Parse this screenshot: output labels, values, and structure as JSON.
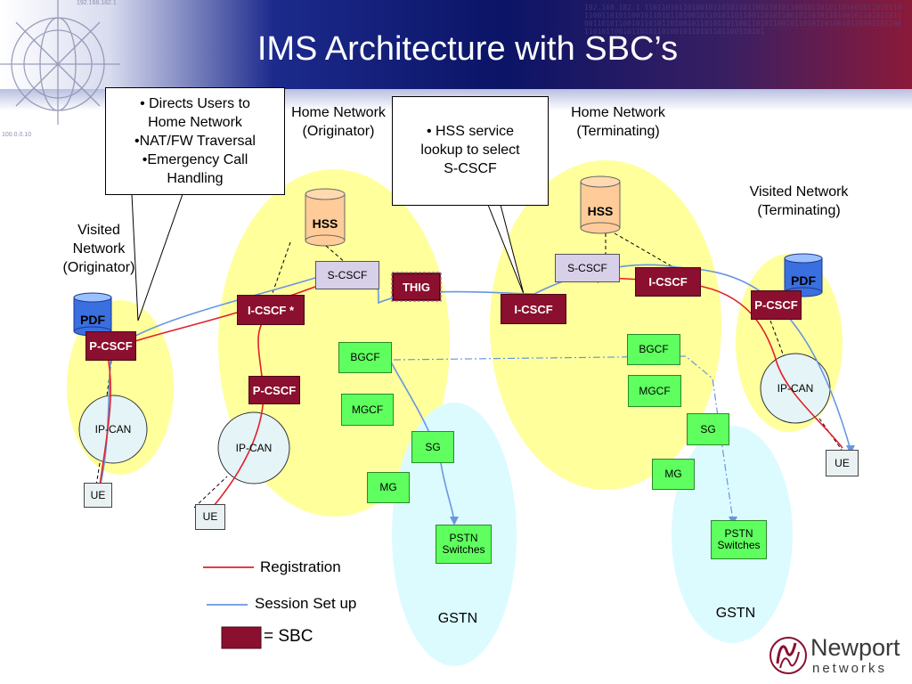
{
  "title": "IMS Architecture with SBC’s",
  "header_binary": "192.168.182.1  1101101011010010110101101100110101100101101011010010110101101100110101100101101011010010110101101100110101100101101011010010110101101100110101100101101011010010110101101100110101100101101011010010110101101100110101100101101011010010110101101100110101",
  "header_ip_labels": [
    "192.168.182.1",
    "100.0.0.10"
  ],
  "networks": {
    "visited_originator": "Visited Network (Originator)",
    "home_originator": "Home Network (Originator)",
    "home_terminating": "Home Network (Terminating)",
    "visited_terminating": "Visited Network (Terminating)",
    "gstn_left": "GSTN",
    "gstn_right": "GSTN"
  },
  "callouts": {
    "left": [
      "• Directs Users to",
      "Home Network",
      "•NAT/FW Traversal",
      "•Emergency Call",
      "Handling"
    ],
    "middle": [
      "• HSS service",
      "lookup to select",
      "S-CSCF"
    ]
  },
  "nodes": {
    "hss": "HSS",
    "pdf": "PDF",
    "s_cscf": "S-CSCF",
    "i_cscf": "I-CSCF",
    "i_cscf_star": "I-CSCF *",
    "p_cscf": "P-CSCF",
    "thig": "THIG",
    "bgcf": "BGCF",
    "mgcf": "MGCF",
    "sg": "SG",
    "mg": "MG",
    "pstn": "PSTN Switches",
    "ip_can": "IP-CAN",
    "ue": "UE"
  },
  "legend": {
    "registration": "Registration",
    "session": "Session Set up",
    "sbc": "= SBC",
    "registration_color": "#e0202a",
    "session_color": "#6a96e0",
    "sbc_color": "#8b0f2e"
  },
  "logo": {
    "name": "Newport",
    "sub": "networks"
  },
  "colors": {
    "yellow_region": "#ffff9c",
    "cyan_region": "#dcfbff",
    "green_node": "#5fff5f",
    "sbc_node": "#8b0f2e",
    "hss_fill": "#ffcc99"
  }
}
